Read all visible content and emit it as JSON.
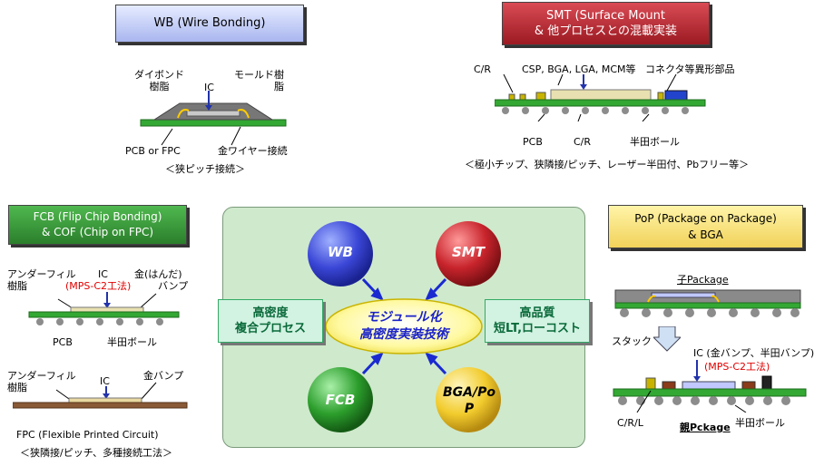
{
  "wb": {
    "title": "WB (Wire Bonding)",
    "die_resin": [
      "ダイボンド",
      "樹脂"
    ],
    "ic": "IC",
    "mold_resin": [
      "モールド樹",
      "脂"
    ],
    "pcb": "PCB or FPC",
    "gold_wire": "金ワイヤー接続",
    "note": "＜狭ピッチ接続＞"
  },
  "smt": {
    "title": [
      "SMT (Surface Mount",
      "& 他プロセスとの混載実装"
    ],
    "cr_top": "C/R",
    "packages": "CSP, BGA, LGA, MCM等",
    "connector": "コネクタ等異形部品",
    "pcb": "PCB",
    "cr_bottom": "C/R",
    "solder_ball": "半田ボール",
    "note": "＜極小チップ、狭隣接/ピッチ、レーザー半田付、Pbフリー等＞"
  },
  "fcb": {
    "title": [
      "FCB (Flip Chip Bonding)",
      "& COF (Chip on FPC)"
    ],
    "underfill": [
      "アンダーフィル",
      "樹脂"
    ],
    "ic": "IC",
    "bump": [
      "金(はんだ)",
      "バンプ"
    ],
    "method": "(MPS-C2工法)",
    "pcb": "PCB",
    "solder_ball": "半田ボール",
    "underfill2": [
      "アンダーフィル",
      "樹脂"
    ],
    "ic2": "IC",
    "gold_bump": "金バンプ",
    "fpc": "FPC (Flexible Printed Circuit)",
    "note": "＜狭隣接/ピッチ、多種接続工法＞"
  },
  "center": {
    "wb": "WB",
    "smt": "SMT",
    "fcb": "FCB",
    "bga": [
      "BGA/Po",
      "P"
    ],
    "left_box": [
      "高密度",
      "複合プロセス"
    ],
    "right_box": [
      "高品質",
      "短LT,ローコスト"
    ],
    "core": [
      "モジュール化",
      "高密度実装技術"
    ]
  },
  "pop": {
    "title": [
      "PoP (Package on Package)",
      "& BGA"
    ],
    "child": "子Package",
    "stack": "スタック",
    "ic_bumps": "IC (金バンプ、半田バンプ)",
    "method": "(MPS-C2工法)",
    "crl": "C/R/L",
    "parent": "親Pckage",
    "solder_ball": "半田ボール"
  },
  "colors": {
    "wb_box": "#c8d0f0",
    "smt_box": "#c41e2a",
    "fcb_box": "#3c9a3c",
    "pop_box": "#f4e07a",
    "center_panel": "#cfe9cc",
    "pcb_green": "#33a833",
    "fpc_brown": "#8a5a36",
    "ball_grey": "#8c8c8c"
  }
}
